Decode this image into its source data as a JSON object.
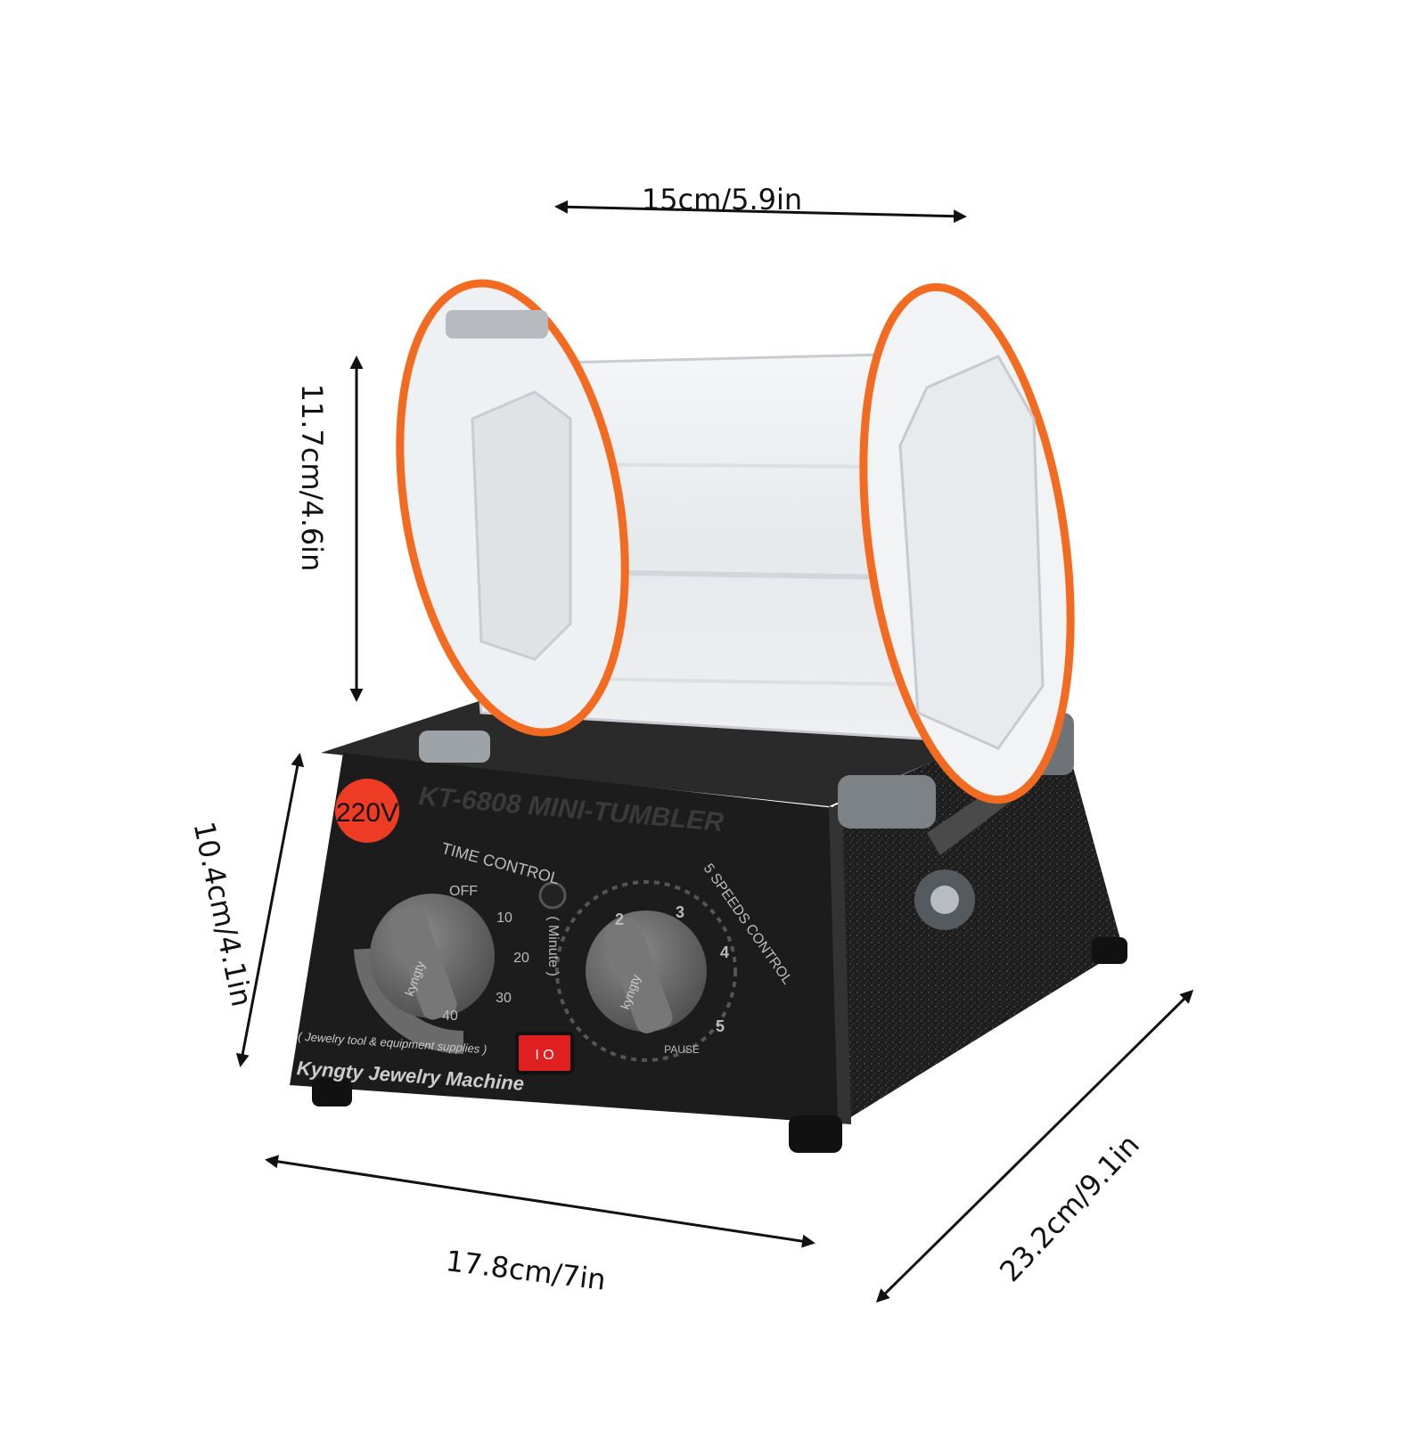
{
  "dimensions": {
    "top_width": "15cm/5.9in",
    "left_drum_height": "11.7cm/4.6in",
    "left_base_height": "10.4cm/4.1in",
    "bottom_width": "17.8cm/7in",
    "right_depth": "23.2cm/9.1in"
  },
  "product": {
    "voltage_badge": "220V",
    "model_label": "KT-6808 MINI-TUMBLER",
    "time_control_label": "TIME CONTROL",
    "time_unit_label": "( Minute )",
    "time_marks": [
      "OFF",
      "10",
      "20",
      "30",
      "40"
    ],
    "knob_brand": "kyngty",
    "speed_control_label": "5 SPEEDS CONTROL",
    "speed_marks": [
      "2",
      "3",
      "4",
      "5"
    ],
    "pause_label": "PAUSE",
    "tagline": "( Jewelry tool & equipment supplies )",
    "brand_name": "Kyngty Jewelry Machine",
    "switch_label": "I O"
  },
  "colors": {
    "orange_ring": "#f26b21",
    "base_black": "#1c1c1c",
    "knob_gray": "#6d6d6d",
    "badge_red": "#ee3b24",
    "switch_red": "#e02020"
  }
}
